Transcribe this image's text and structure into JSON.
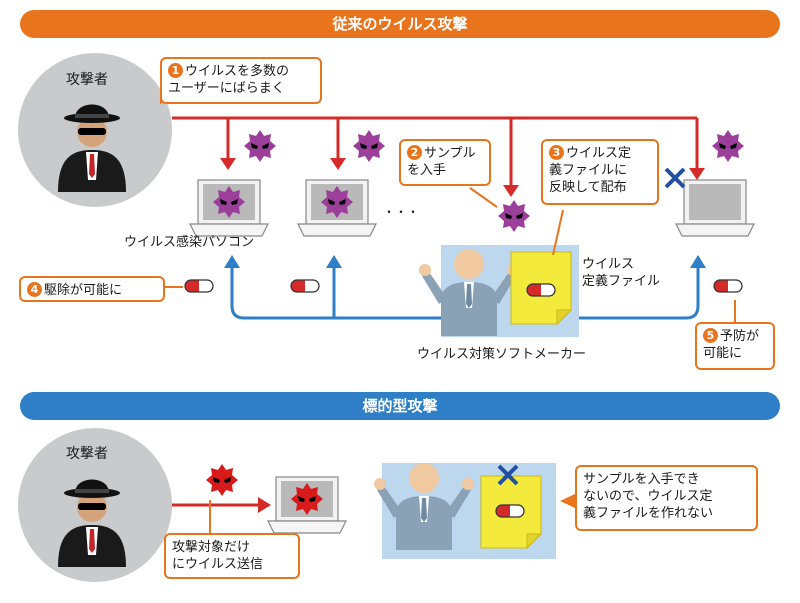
{
  "section1": {
    "title": "従来のウイルス攻撃",
    "attacker_label": "攻撃者",
    "infected_pc_label": "ウイルス感染パソコン",
    "ellipsis": "・・・",
    "definition_label_line1": "ウイルス",
    "definition_label_line2": "定義ファイル",
    "vendor_label": "ウイルス対策ソフトメーカー",
    "callouts": [
      {
        "num": "1",
        "line1": "ウイルスを多数の",
        "line2": "ユーザーにばらまく"
      },
      {
        "num": "2",
        "line1": "サンプル",
        "line2": "を入手"
      },
      {
        "num": "3",
        "line1": "ウイルス定",
        "line2": "義ファイルに",
        "line3": "反映して配布"
      },
      {
        "num": "4",
        "line1": "駆除が可能に"
      },
      {
        "num": "5",
        "line1": "予防が",
        "line2": "可能に"
      }
    ]
  },
  "section2": {
    "title": "標的型攻撃",
    "attacker_label": "攻撃者",
    "callout_target_line1": "攻撃対象だけ",
    "callout_target_line2": "にウイルス送信",
    "callout_cannot_line1": "サンプルを入手でき",
    "callout_cannot_line2": "ないので、ウイルス定",
    "callout_cannot_line3": "義ファイルを作れない"
  },
  "colors": {
    "orange": "#e8741e",
    "blue": "#2e7fc7",
    "red_arrow": "#d42a2a",
    "virus_purple": "#9b3f9b",
    "virus_red": "#d91a1a",
    "attacker_circle": "#c8cacc",
    "vendor_box": "#bcd7ee",
    "definition_file": "#f4ea3c"
  }
}
